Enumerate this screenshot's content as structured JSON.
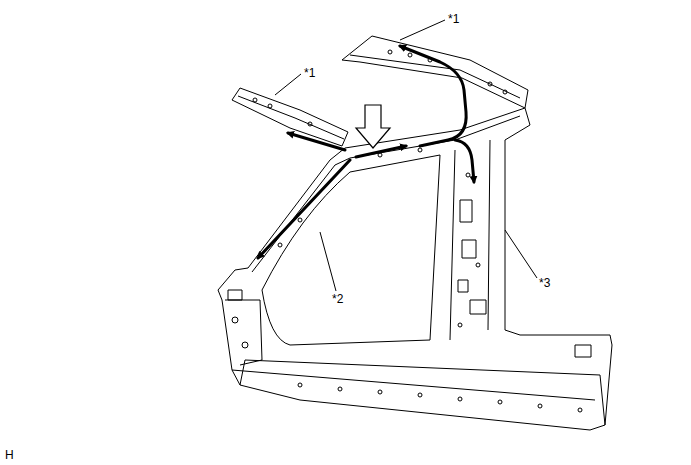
{
  "diagram": {
    "labels": [
      "*1",
      "*1",
      "*3",
      "*2",
      "H"
    ]
  }
}
